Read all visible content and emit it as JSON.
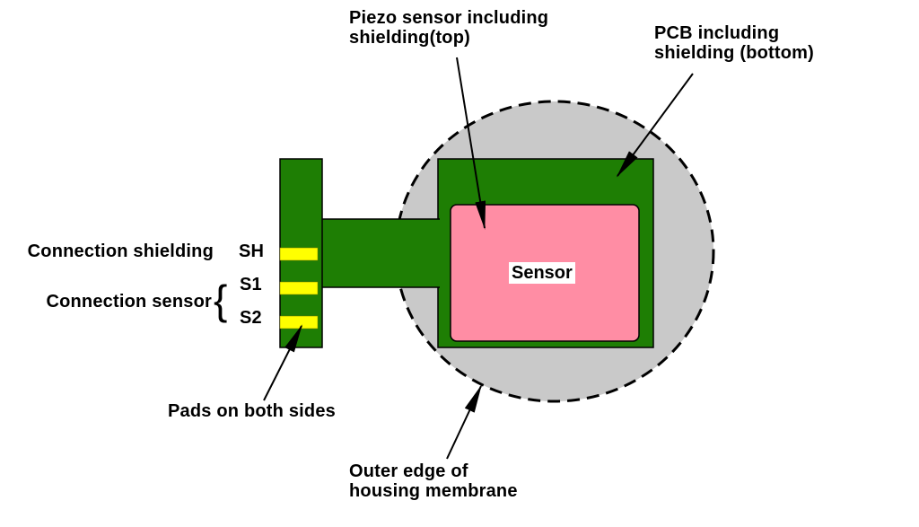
{
  "colors": {
    "pcb_green": "#1e7e04",
    "sensor_pink": "#ff8da4",
    "membrane_gray": "#c9c9c9",
    "pad_yellow": "#ffff00",
    "line_black": "#000000"
  },
  "labels": {
    "piezo_sensor": "Piezo sensor including\nshielding(top)",
    "pcb": "PCB including\nshielding (bottom)",
    "connection_shielding": "Connection shielding",
    "connection_sensor": "Connection sensor",
    "pad_sh": "SH",
    "pad_s1": "S1",
    "pad_s2": "S2",
    "brace": "{",
    "pads_both_sides": "Pads on both sides",
    "outer_edge": "Outer edge of\nhousing membrane",
    "sensor": "Sensor"
  }
}
